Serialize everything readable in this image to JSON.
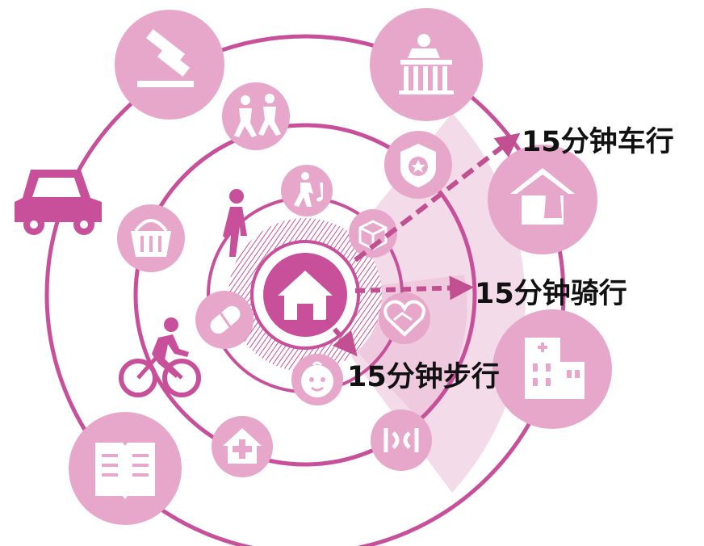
{
  "labels": {
    "car": "15分钟车行",
    "bike": "15分钟骑行",
    "walk": "15分钟步行"
  },
  "colors": {
    "ring": "#c8509a",
    "circle": "#e7a7cb",
    "arrow": "#c14f92",
    "sector": "#f3dbe9",
    "icon": "#ffffff",
    "rider": "#c8509a"
  },
  "icons": {
    "outer": [
      "gavel-icon",
      "government-podium-icon",
      "nursing-home-icon",
      "hospital-icon",
      "library-book-icon",
      "car-icon"
    ],
    "middle": [
      "children-playing-icon",
      "police-badge-icon",
      "shopping-basket-icon",
      "medicine-pill-icon",
      "clinic-icon",
      "gym-icon",
      "walking-person-icon",
      "cyclist-icon"
    ],
    "inner": [
      "dancing-elder-icon",
      "package-delivery-icon",
      "care-heart-icon",
      "baby-face-icon",
      "home-icon"
    ]
  }
}
